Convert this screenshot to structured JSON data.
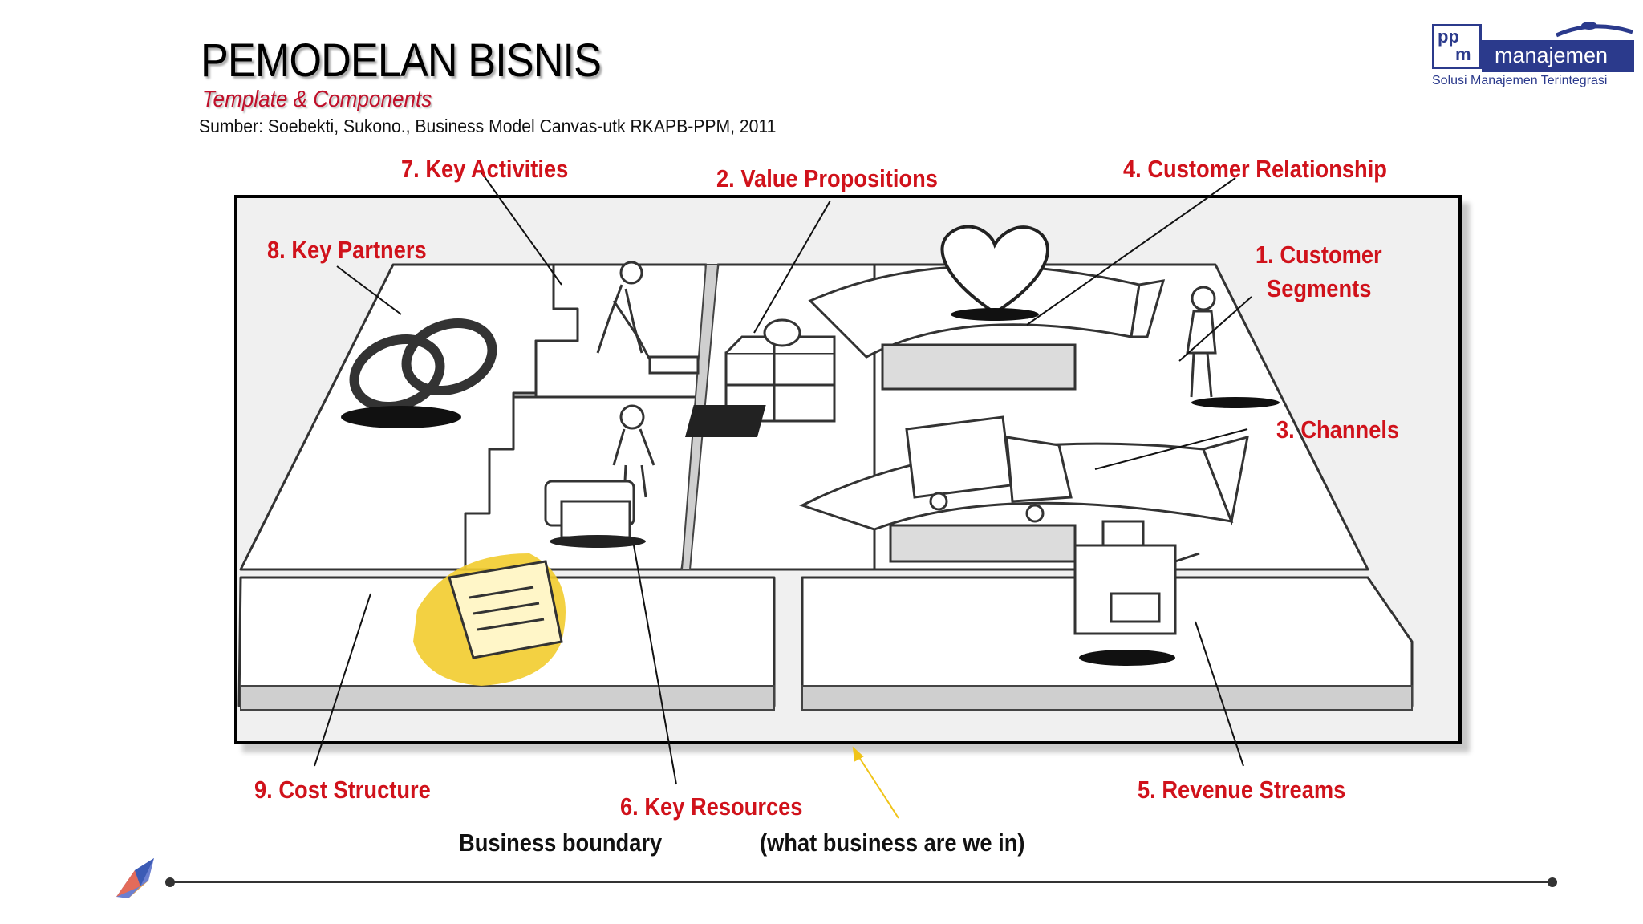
{
  "header": {
    "title": "PEMODELAN BISNIS",
    "subtitle": "Template & Components",
    "source": "Sumber: Soebekti, Sukono., Business Model Canvas-utk RKAPB-PPM, 2011"
  },
  "logo": {
    "mark_top": "pp",
    "mark_bottom": "m",
    "word": "manajemen",
    "tagline": "Solusi Manajemen Terintegrasi"
  },
  "blocks": {
    "key_activities": "7. Key Activities",
    "value_propositions": "2. Value Propositions",
    "customer_relationship": "4. Customer Relationship",
    "key_partners": "8. Key Partners",
    "customer_segments_line1": "1. Customer",
    "customer_segments_line2": "Segments",
    "channels": "3. Channels",
    "cost_structure": "9. Cost Structure",
    "key_resources": "6. Key Resources",
    "revenue_streams": "5. Revenue Streams"
  },
  "captions": {
    "business_boundary": "Business boundary",
    "what_business": "(what business are we in)"
  },
  "colors": {
    "label_red": "#d0121b",
    "brand_blue": "#2b3a8c",
    "highlight_yellow": "#f2cc2e",
    "boundary_arrow": "#f0c419"
  }
}
